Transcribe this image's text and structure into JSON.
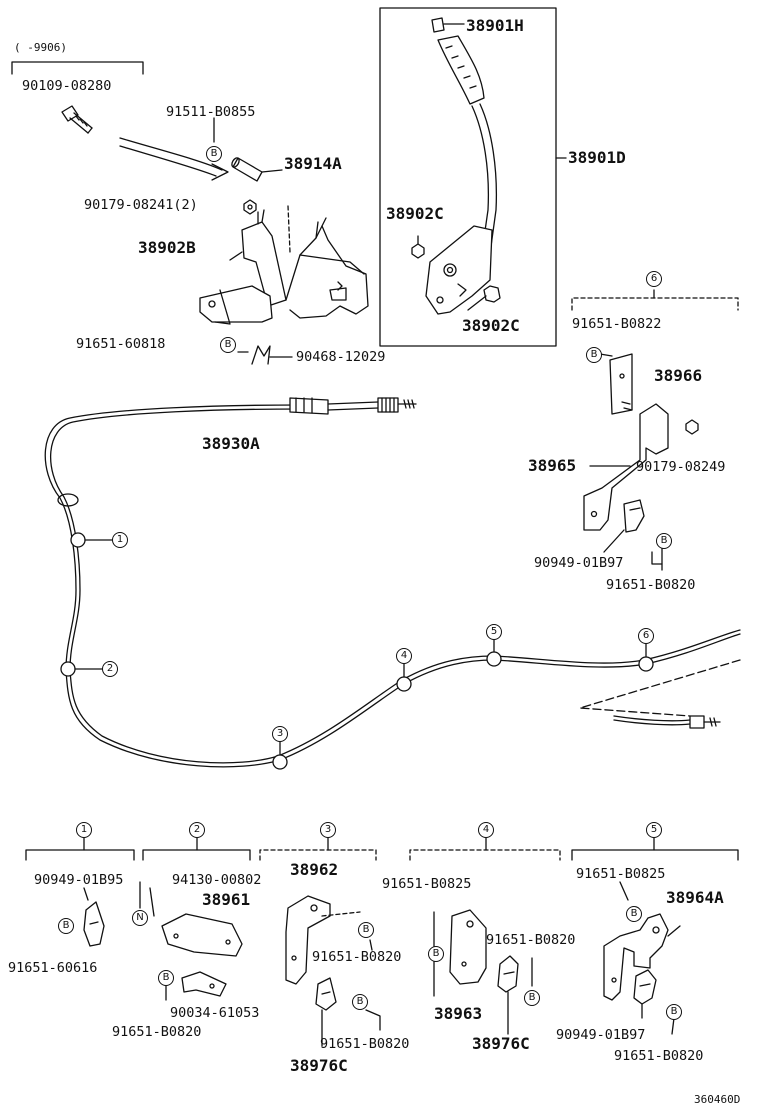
{
  "header_note": "(   -9906)",
  "diagram_id": "360460D",
  "part_numbers": {
    "p90109_08280": "90109-08280",
    "p91511_B0855": "91511-B0855",
    "p38914A": "38914A",
    "p90179_08241": "90179-08241(2)",
    "p38902B": "38902B",
    "p91651_60818": "91651-60818",
    "p90468_12029": "90468-12029",
    "p38901H": "38901H",
    "p38901D": "38901D",
    "p38902C_a": "38902C",
    "p38902C_b": "38902C",
    "p38930A": "38930A",
    "p91651_B0822": "91651-B0822",
    "p38966": "38966",
    "p38965": "38965",
    "p90179_08249": "90179-08249",
    "p90949_01B97_a": "90949-01B97",
    "p91651_B0820_a": "91651-B0820",
    "p90949_01B95": "90949-01B95",
    "p94130_00802": "94130-00802",
    "p91651_60616": "91651-60616",
    "p38961": "38961",
    "p90034_61053": "90034-61053",
    "p91651_B0820_b": "91651-B0820",
    "p38962": "38962",
    "p91651_B0820_c": "91651-B0820",
    "p91651_B0820_d": "91651-B0820",
    "p38976C_a": "38976C",
    "p91651_B0825_a": "91651-B0825",
    "p91651_B0820_e": "91651-B0820",
    "p38963": "38963",
    "p38976C_b": "38976C",
    "p91651_B0825_b": "91651-B0825",
    "p38964A": "38964A",
    "p90949_01B97_b": "90949-01B97",
    "p91651_B0820_f": "91651-B0820"
  },
  "markers": {
    "b": "B",
    "n": "N"
  },
  "callouts": {
    "c1": "1",
    "c2": "2",
    "c3": "3",
    "c4": "4",
    "c5": "5",
    "c6": "6"
  },
  "group_headers": {
    "g1": "1",
    "g2": "2",
    "g3": "3",
    "g4": "4",
    "g5": "5",
    "g6": "6"
  },
  "colors": {
    "ink": "#111111",
    "background": "#ffffff"
  }
}
